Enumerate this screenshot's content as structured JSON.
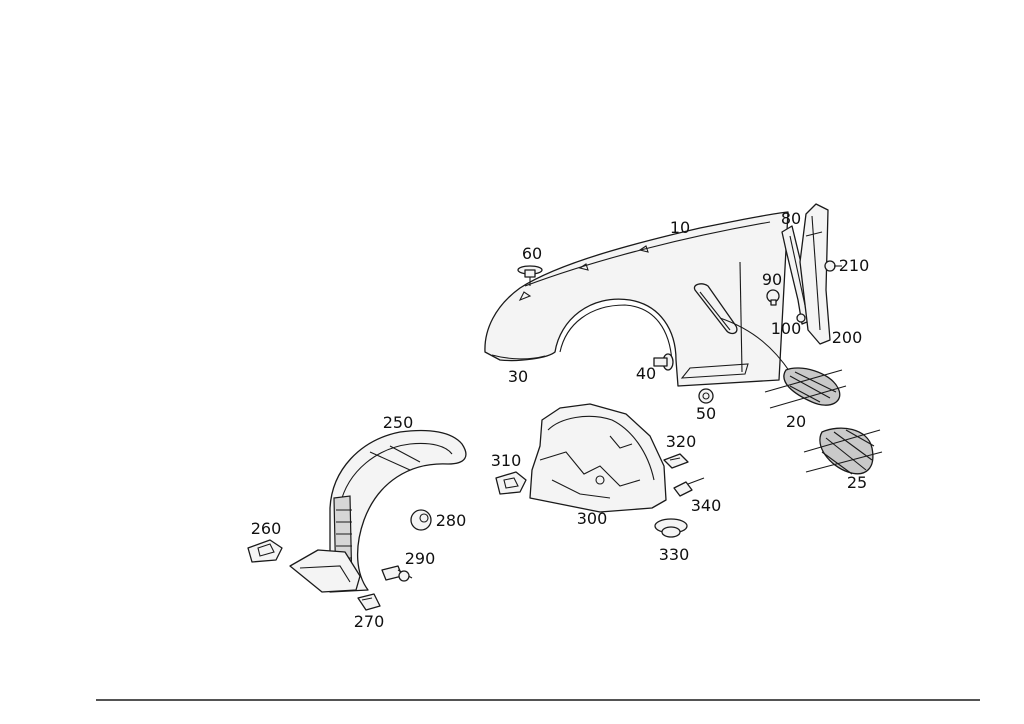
{
  "labels": {
    "p10": "10",
    "p20": "20",
    "p25": "25",
    "p30": "30",
    "p40": "40",
    "p50": "50",
    "p60": "60",
    "p80": "80",
    "p90": "90",
    "p100": "100",
    "p200": "200",
    "p210": "210",
    "p250": "250",
    "p260": "260",
    "p270": "270",
    "p280": "280",
    "p290": "290",
    "p300": "300",
    "p310": "310",
    "p320": "320",
    "p330": "330",
    "p340": "340"
  },
  "colors": {
    "line": "#1a1a1a",
    "fill": "#f4f4f4",
    "shade": "#c9c9c9",
    "background": "#ffffff"
  }
}
